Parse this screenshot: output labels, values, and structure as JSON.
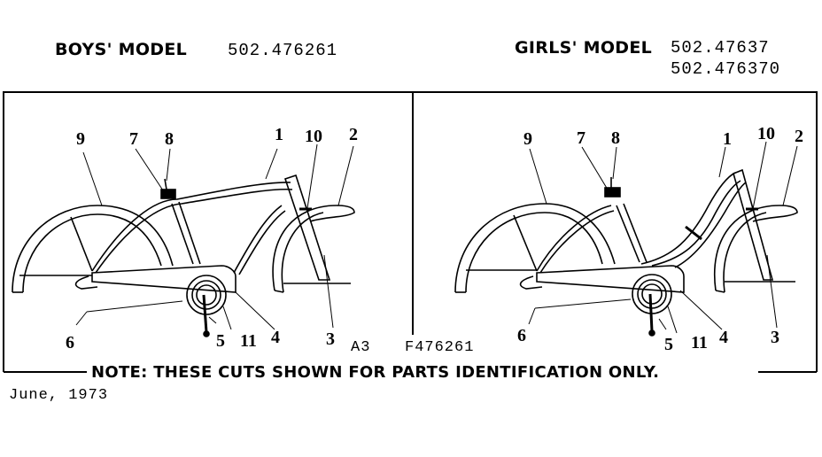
{
  "header": {
    "boys_label": "BOYS' MODEL",
    "boys_model_number": "502.476261",
    "girls_label": "GIRLS' MODEL",
    "girls_model_numbers": [
      "502.47637",
      "502.476370"
    ]
  },
  "diagram_left": {
    "title": "Boys' bicycle frame",
    "callouts": [
      "9",
      "7",
      "8",
      "1",
      "10",
      "2",
      "6",
      "5",
      "11",
      "4",
      "3"
    ]
  },
  "diagram_right": {
    "title": "Girls' bicycle frame",
    "callouts": [
      "9",
      "7",
      "8",
      "1",
      "10",
      "2",
      "6",
      "5",
      "11",
      "4",
      "3"
    ]
  },
  "codes": {
    "page_code": "A3",
    "figure_code": "F476261"
  },
  "footer": {
    "note": "NOTE: THESE CUTS SHOWN FOR PARTS IDENTIFICATION ONLY.",
    "date": "June, 1973"
  }
}
